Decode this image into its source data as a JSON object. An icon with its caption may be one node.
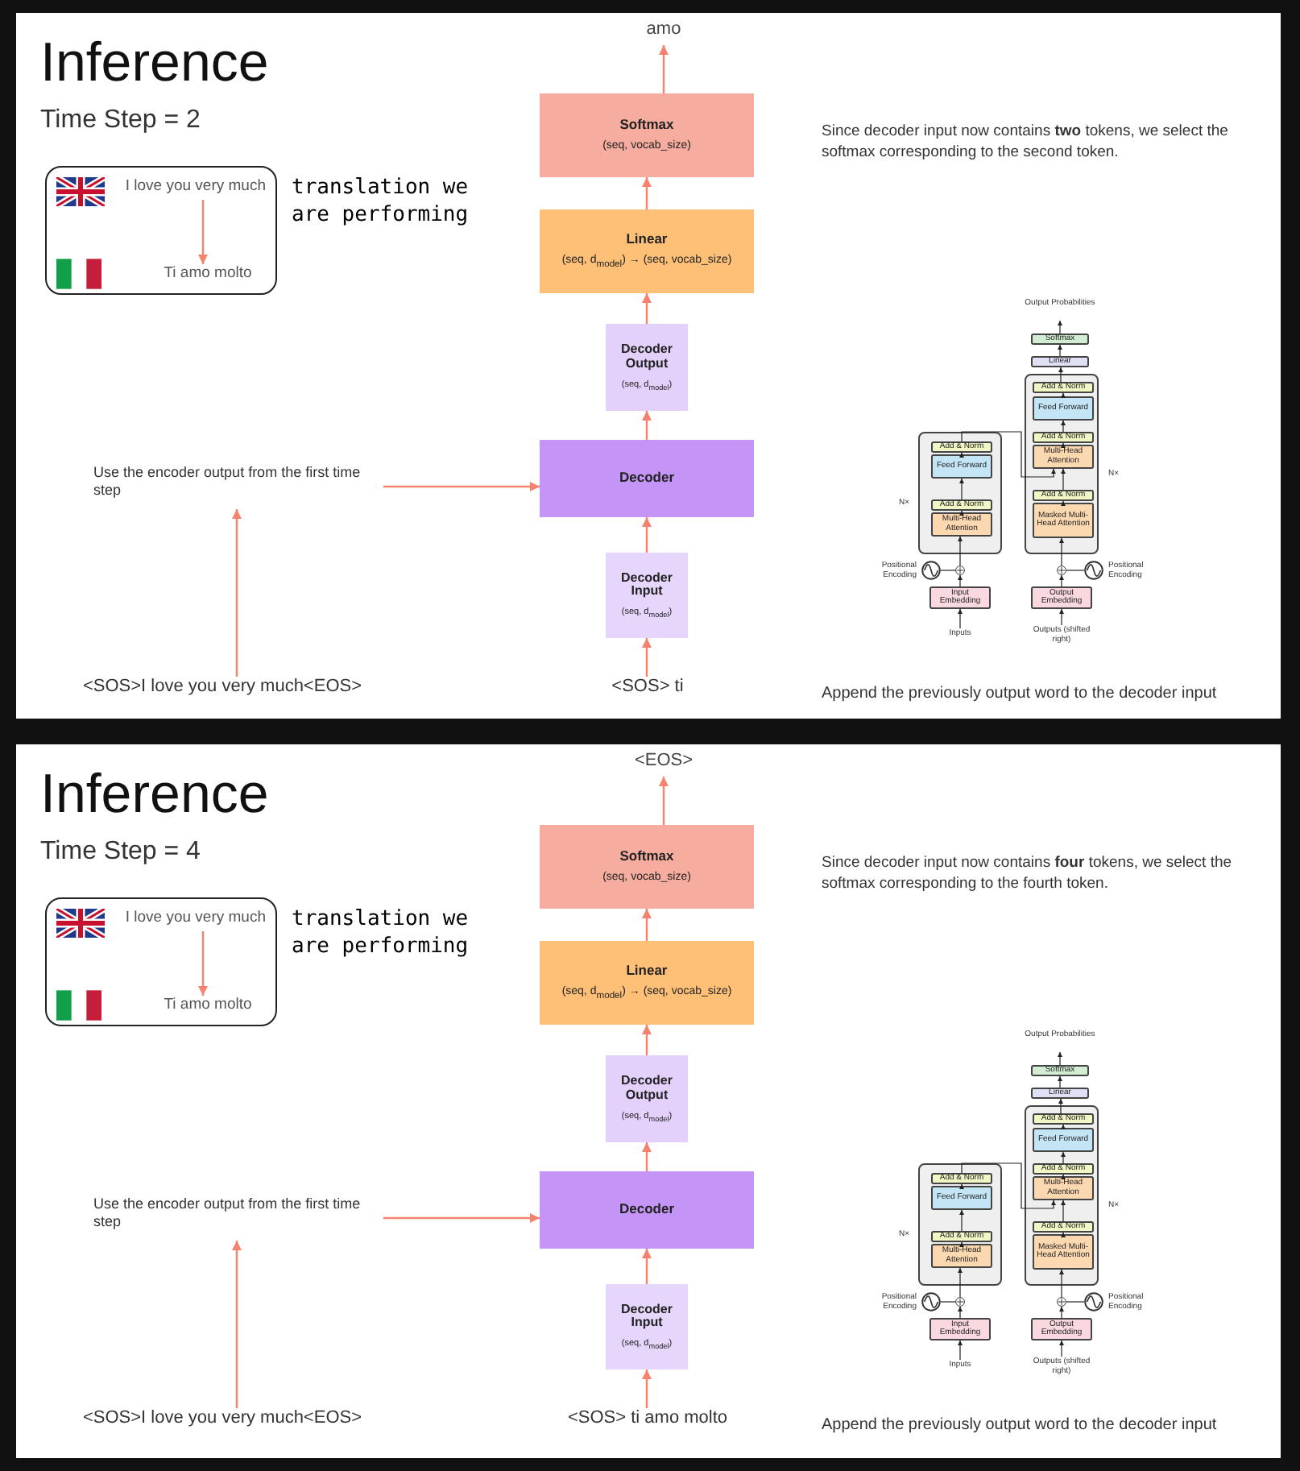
{
  "diagram": {
    "nodes": [
      {
        "text": [
          "Inference",
          "Time Step = 2"
        ]
      },
      {
        "text": [
          "translation we are performing"
        ],
        "in": 0
      },
      {
        "text": [
          "I love you very much"
        ],
        "in": 1
      },
      {
        "text": [
          "Ti amo molto"
        ],
        "in": 1
      },
      {
        "text": [
          "amo"
        ],
        "in": 0
      },
      {
        "text": [
          "Softmax",
          "(seq, vocab_size)"
        ],
        "in": 0
      },
      {
        "text": [
          "Linear",
          "(seq, d$_{model}$) → (seq, vocab_size)"
        ],
        "in": 0
      },
      {
        "text": [
          "Decoder Output",
          "(seq, d$_{model}$)"
        ],
        "in": 0
      },
      {
        "text": [
          "Decoder"
        ],
        "in": 0
      },
      {
        "text": [
          "Decoder Input",
          "(seq, d$_{model}$)"
        ],
        "in": 0
      },
      {
        "text": [
          "<SOS> ti"
        ],
        "in": 0
      },
      {
        "text": [
          "Use the encoder output from the first time step"
        ],
        "in": 0
      },
      {
        "text": [
          "<SOS>I love you very much<EOS>"
        ],
        "in": 0
      },
      {
        "text": [
          "Output Probabilities"
        ],
        "in": 0
      },
      {
        "text": [
          "Softmax"
        ],
        "in": 0
      },
      {
        "text": [
          "Linear"
        ],
        "in": 0
      },
      {
        "text": [],
        "shape": "box",
        "beside": [
          "N×"
        ],
        "in": 0
      },
      {
        "text": [
          "Add & Norm"
        ],
        "in": 16
      },
      {
        "text": [
          "Feed Forward"
        ],
        "in": 16
      },
      {
        "text": [
          "Add & Norm"
        ],
        "in": 16
      },
      {
        "text": [
          "Multi-Head Attention"
        ],
        "in": 16
      },
      {
        "text": [
          "Add & Norm"
        ],
        "in": 16
      },
      {
        "text": [
          "Masked Multi-Head Attention"
        ],
        "in": 16
      },
      {
        "text": [],
        "shape": "box",
        "beside": [
          "N×"
        ],
        "in": 0
      },
      {
        "text": [
          "Add & Norm"
        ],
        "in": 23
      },
      {
        "text": [
          "Feed Forward"
        ],
        "in": 23
      },
      {
        "text": [
          "Add & Norm"
        ],
        "in": 23
      },
      {
        "text": [
          "Multi-Head Attention"
        ],
        "in": 23
      },
      {
        "text": [],
        "shape": "circle",
        "in": 0
      },
      {
        "text": [],
        "shape": "circle",
        "beside": [
          "Positional Encoding"
        ],
        "in": 0
      },
      {
        "text": [],
        "shape": "circle",
        "in": 0
      },
      {
        "text": [],
        "shape": "circle",
        "beside": [
          "Positional Encoding"
        ],
        "in": 0
      },
      {
        "text": [
          "Input Embedding"
        ],
        "in": 0
      },
      {
        "text": [
          "Output Embedding"
        ],
        "in": 0
      },
      {
        "text": [
          "Inputs"
        ],
        "in": 0
      },
      {
        "text": [
          "Outputs (shifted right)"
        ],
        "in": 0
      },
      {
        "text": [
          "Inference",
          "Time Step = 4"
        ]
      },
      {
        "text": [
          "translation we are performing"
        ],
        "in": 36
      },
      {
        "text": [
          "I love you very much"
        ],
        "in": 37
      },
      {
        "text": [
          "Ti amo molto"
        ],
        "in": 37
      },
      {
        "text": [
          "<EOS>"
        ],
        "in": 36
      },
      {
        "text": [
          "Softmax",
          "(seq, vocab_size)"
        ],
        "in": 36
      },
      {
        "text": [
          "Linear",
          "(seq, d$_{model}$) → (seq, vocab_size)"
        ],
        "in": 36
      },
      {
        "text": [
          "Decoder Output",
          "(seq, d$_{model}$)"
        ],
        "in": 36
      },
      {
        "text": [
          "Decoder"
        ],
        "in": 36
      },
      {
        "text": [
          "Decoder Input",
          "(seq, d$_{model}$)"
        ],
        "in": 36
      },
      {
        "text": [
          "<SOS> ti amo molto"
        ],
        "in": 36
      },
      {
        "text": [
          "Use the encoder output from the first time step"
        ],
        "in": 36
      },
      {
        "text": [
          "<SOS>I love you very much<EOS>"
        ],
        "in": 36
      },
      {
        "text": [
          "Output Probabilities"
        ],
        "in": 36
      },
      {
        "text": [
          "Softmax"
        ],
        "in": 36
      },
      {
        "text": [
          "Linear"
        ],
        "in": 36
      },
      {
        "text": [],
        "shape": "box",
        "beside": [
          "N×"
        ],
        "in": 36
      },
      {
        "text": [
          "Add & Norm"
        ],
        "in": 52
      },
      {
        "text": [
          "Feed Forward"
        ],
        "in": 52
      },
      {
        "text": [
          "Add & Norm"
        ],
        "in": 52
      },
      {
        "text": [
          "Multi-Head Attention"
        ],
        "in": 52
      },
      {
        "text": [
          "Add & Norm"
        ],
        "in": 52
      },
      {
        "text": [
          "Masked Multi-Head Attention"
        ],
        "in": 52
      },
      {
        "text": [],
        "shape": "box",
        "beside": [
          "N×"
        ],
        "in": 36
      },
      {
        "text": [
          "Add & Norm"
        ],
        "in": 59
      },
      {
        "text": [
          "Feed Forward"
        ],
        "in": 59
      },
      {
        "text": [
          "Add & Norm"
        ],
        "in": 59
      },
      {
        "text": [
          "Multi-Head Attention"
        ],
        "in": 59
      },
      {
        "text": [],
        "shape": "circle",
        "in": 36
      },
      {
        "text": [],
        "shape": "circle",
        "beside": [
          "Positional Encoding"
        ],
        "in": 36
      },
      {
        "text": [],
        "shape": "circle",
        "in": 36
      },
      {
        "text": [],
        "shape": "circle",
        "beside": [
          "Positional Encoding"
        ],
        "in": 36
      },
      {
        "text": [
          "Input Embedding"
        ],
        "in": 36
      },
      {
        "text": [
          "Output Embedding"
        ],
        "in": 36
      },
      {
        "text": [
          "Inputs"
        ],
        "in": 36
      },
      {
        "text": [
          "Outputs (shifted right)"
        ],
        "in": 36
      }
    ],
    "edges": [
      {
        "from": 2,
        "to": 3,
        "arrow": "to",
        "color": "#f4826e"
      },
      {
        "from": 5,
        "to": 4,
        "arrow": "to",
        "color": "#f4826e"
      },
      {
        "from": 6,
        "to": 5,
        "arrow": "to",
        "color": "#f4826e"
      },
      {
        "from": 7,
        "to": 6,
        "arrow": "to",
        "color": "#f4826e"
      },
      {
        "from": 8,
        "to": 7,
        "arrow": "to",
        "color": "#f4826e"
      },
      {
        "from": 9,
        "to": 8,
        "arrow": "to",
        "color": "#f4826e"
      },
      {
        "from": 10,
        "to": 9,
        "arrow": "to",
        "color": "#f4826e"
      },
      {
        "from": 11,
        "to": 8,
        "arrow": "to",
        "color": "#f4826e"
      },
      {
        "from": 12,
        "to": 11,
        "arrow": "to",
        "color": "#f4826e"
      },
      {
        "from": 34,
        "to": 32,
        "arrow": "to"
      },
      {
        "from": 32,
        "to": 28,
        "arrow": "to"
      },
      {
        "from": 29,
        "to": 28,
        "arrow": "none"
      },
      {
        "from": 28,
        "to": 27,
        "arrow": "to"
      },
      {
        "from": 27,
        "to": 26,
        "arrow": "to"
      },
      {
        "from": 26,
        "to": 25,
        "arrow": "to"
      },
      {
        "from": 25,
        "to": 24,
        "arrow": "to"
      },
      {
        "from": 24,
        "to": 20,
        "arrow": "to"
      },
      {
        "from": 35,
        "to": 33,
        "arrow": "to"
      },
      {
        "from": 33,
        "to": 30,
        "arrow": "to"
      },
      {
        "from": 31,
        "to": 30,
        "arrow": "none"
      },
      {
        "from": 30,
        "to": 22,
        "arrow": "to"
      },
      {
        "from": 22,
        "to": 21,
        "arrow": "to"
      },
      {
        "from": 21,
        "to": 20,
        "arrow": "to"
      },
      {
        "from": 20,
        "to": 19,
        "arrow": "to"
      },
      {
        "from": 19,
        "to": 18,
        "arrow": "to"
      },
      {
        "from": 18,
        "to": 17,
        "arrow": "to"
      },
      {
        "from": 17,
        "to": 15,
        "arrow": "to"
      },
      {
        "from": 15,
        "to": 14,
        "arrow": "to"
      },
      {
        "from": 14,
        "to": 13,
        "arrow": "to"
      },
      {
        "from": 38,
        "to": 39,
        "arrow": "to",
        "color": "#f4826e"
      },
      {
        "from": 41,
        "to": 40,
        "arrow": "to",
        "color": "#f4826e"
      },
      {
        "from": 42,
        "to": 41,
        "arrow": "to",
        "color": "#f4826e"
      },
      {
        "from": 43,
        "to": 42,
        "arrow": "to",
        "color": "#f4826e"
      },
      {
        "from": 44,
        "to": 43,
        "arrow": "to",
        "color": "#f4826e"
      },
      {
        "from": 45,
        "to": 44,
        "arrow": "to",
        "color": "#f4826e"
      },
      {
        "from": 46,
        "to": 45,
        "arrow": "to",
        "color": "#f4826e"
      },
      {
        "from": 47,
        "to": 44,
        "arrow": "to",
        "color": "#f4826e"
      },
      {
        "from": 48,
        "to": 47,
        "arrow": "to",
        "color": "#f4826e"
      },
      {
        "from": 70,
        "to": 68,
        "arrow": "to"
      },
      {
        "from": 68,
        "to": 64,
        "arrow": "to"
      },
      {
        "from": 65,
        "to": 64,
        "arrow": "none"
      },
      {
        "from": 64,
        "to": 63,
        "arrow": "to"
      },
      {
        "from": 63,
        "to": 62,
        "arrow": "to"
      },
      {
        "from": 62,
        "to": 61,
        "arrow": "to"
      },
      {
        "from": 61,
        "to": 60,
        "arrow": "to"
      },
      {
        "from": 60,
        "to": 56,
        "arrow": "to"
      },
      {
        "from": 71,
        "to": 69,
        "arrow": "to"
      },
      {
        "from": 69,
        "to": 66,
        "arrow": "to"
      },
      {
        "from": 67,
        "to": 66,
        "arrow": "none"
      },
      {
        "from": 66,
        "to": 58,
        "arrow": "to"
      },
      {
        "from": 58,
        "to": 57,
        "arrow": "to"
      },
      {
        "from": 57,
        "to": 56,
        "arrow": "to"
      },
      {
        "from": 56,
        "to": 55,
        "arrow": "to"
      },
      {
        "from": 55,
        "to": 54,
        "arrow": "to"
      },
      {
        "from": 54,
        "to": 53,
        "arrow": "to"
      },
      {
        "from": 53,
        "to": 51,
        "arrow": "to"
      },
      {
        "from": 51,
        "to": 50,
        "arrow": "to"
      },
      {
        "from": 50,
        "to": 49,
        "arrow": "to"
      }
    ],
    "labels": [
      "Since decoder input now contains **two** tokens, we select the softmax corresponding to the second token.",
      "Append the previously output word to the decoder input",
      "Since decoder input now contains **four** tokens, we select the softmax corresponding to the fourth token.",
      "Append the previously output word to the decoder input"
    ]
  }
}
